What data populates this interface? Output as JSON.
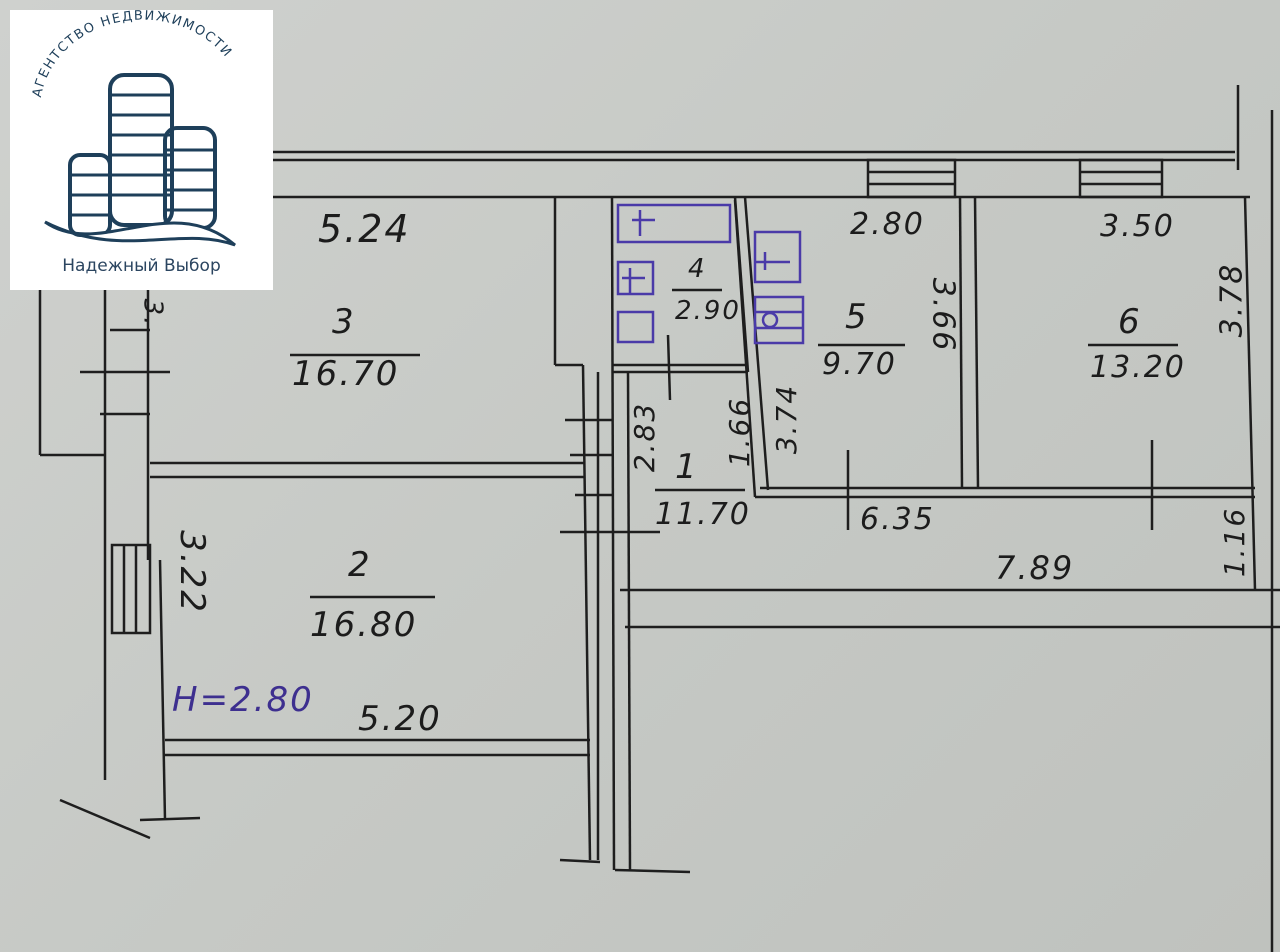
{
  "logo": {
    "agency_text": "АГЕНТСТВО НЕДВИЖИМОСТИ",
    "brand_name": "Надежный Выбор",
    "color": "#1e3f5a"
  },
  "plan": {
    "ceiling_height": "H=2.80",
    "rooms": [
      {
        "number": "1",
        "area": "11.70"
      },
      {
        "number": "2",
        "area": "16.80"
      },
      {
        "number": "3",
        "area": "16.70"
      },
      {
        "number": "4",
        "area": "2.90"
      },
      {
        "number": "5",
        "area": "9.70"
      },
      {
        "number": "6",
        "area": "13.20"
      }
    ],
    "dimensions": {
      "room3_width": "5.24",
      "room3_depth": "3.",
      "room2_depth": "3.22",
      "room2_width": "5.20",
      "room1_depth": "2.83",
      "room1_width": "1.66",
      "corridor_depth": "3.74",
      "room5_width": "2.80",
      "room5_depth": "3.66",
      "room6_width": "3.50",
      "room6_depth": "3.78",
      "hall_width": "6.35",
      "corridor_length": "7.89",
      "corridor_width": "1.16"
    }
  }
}
